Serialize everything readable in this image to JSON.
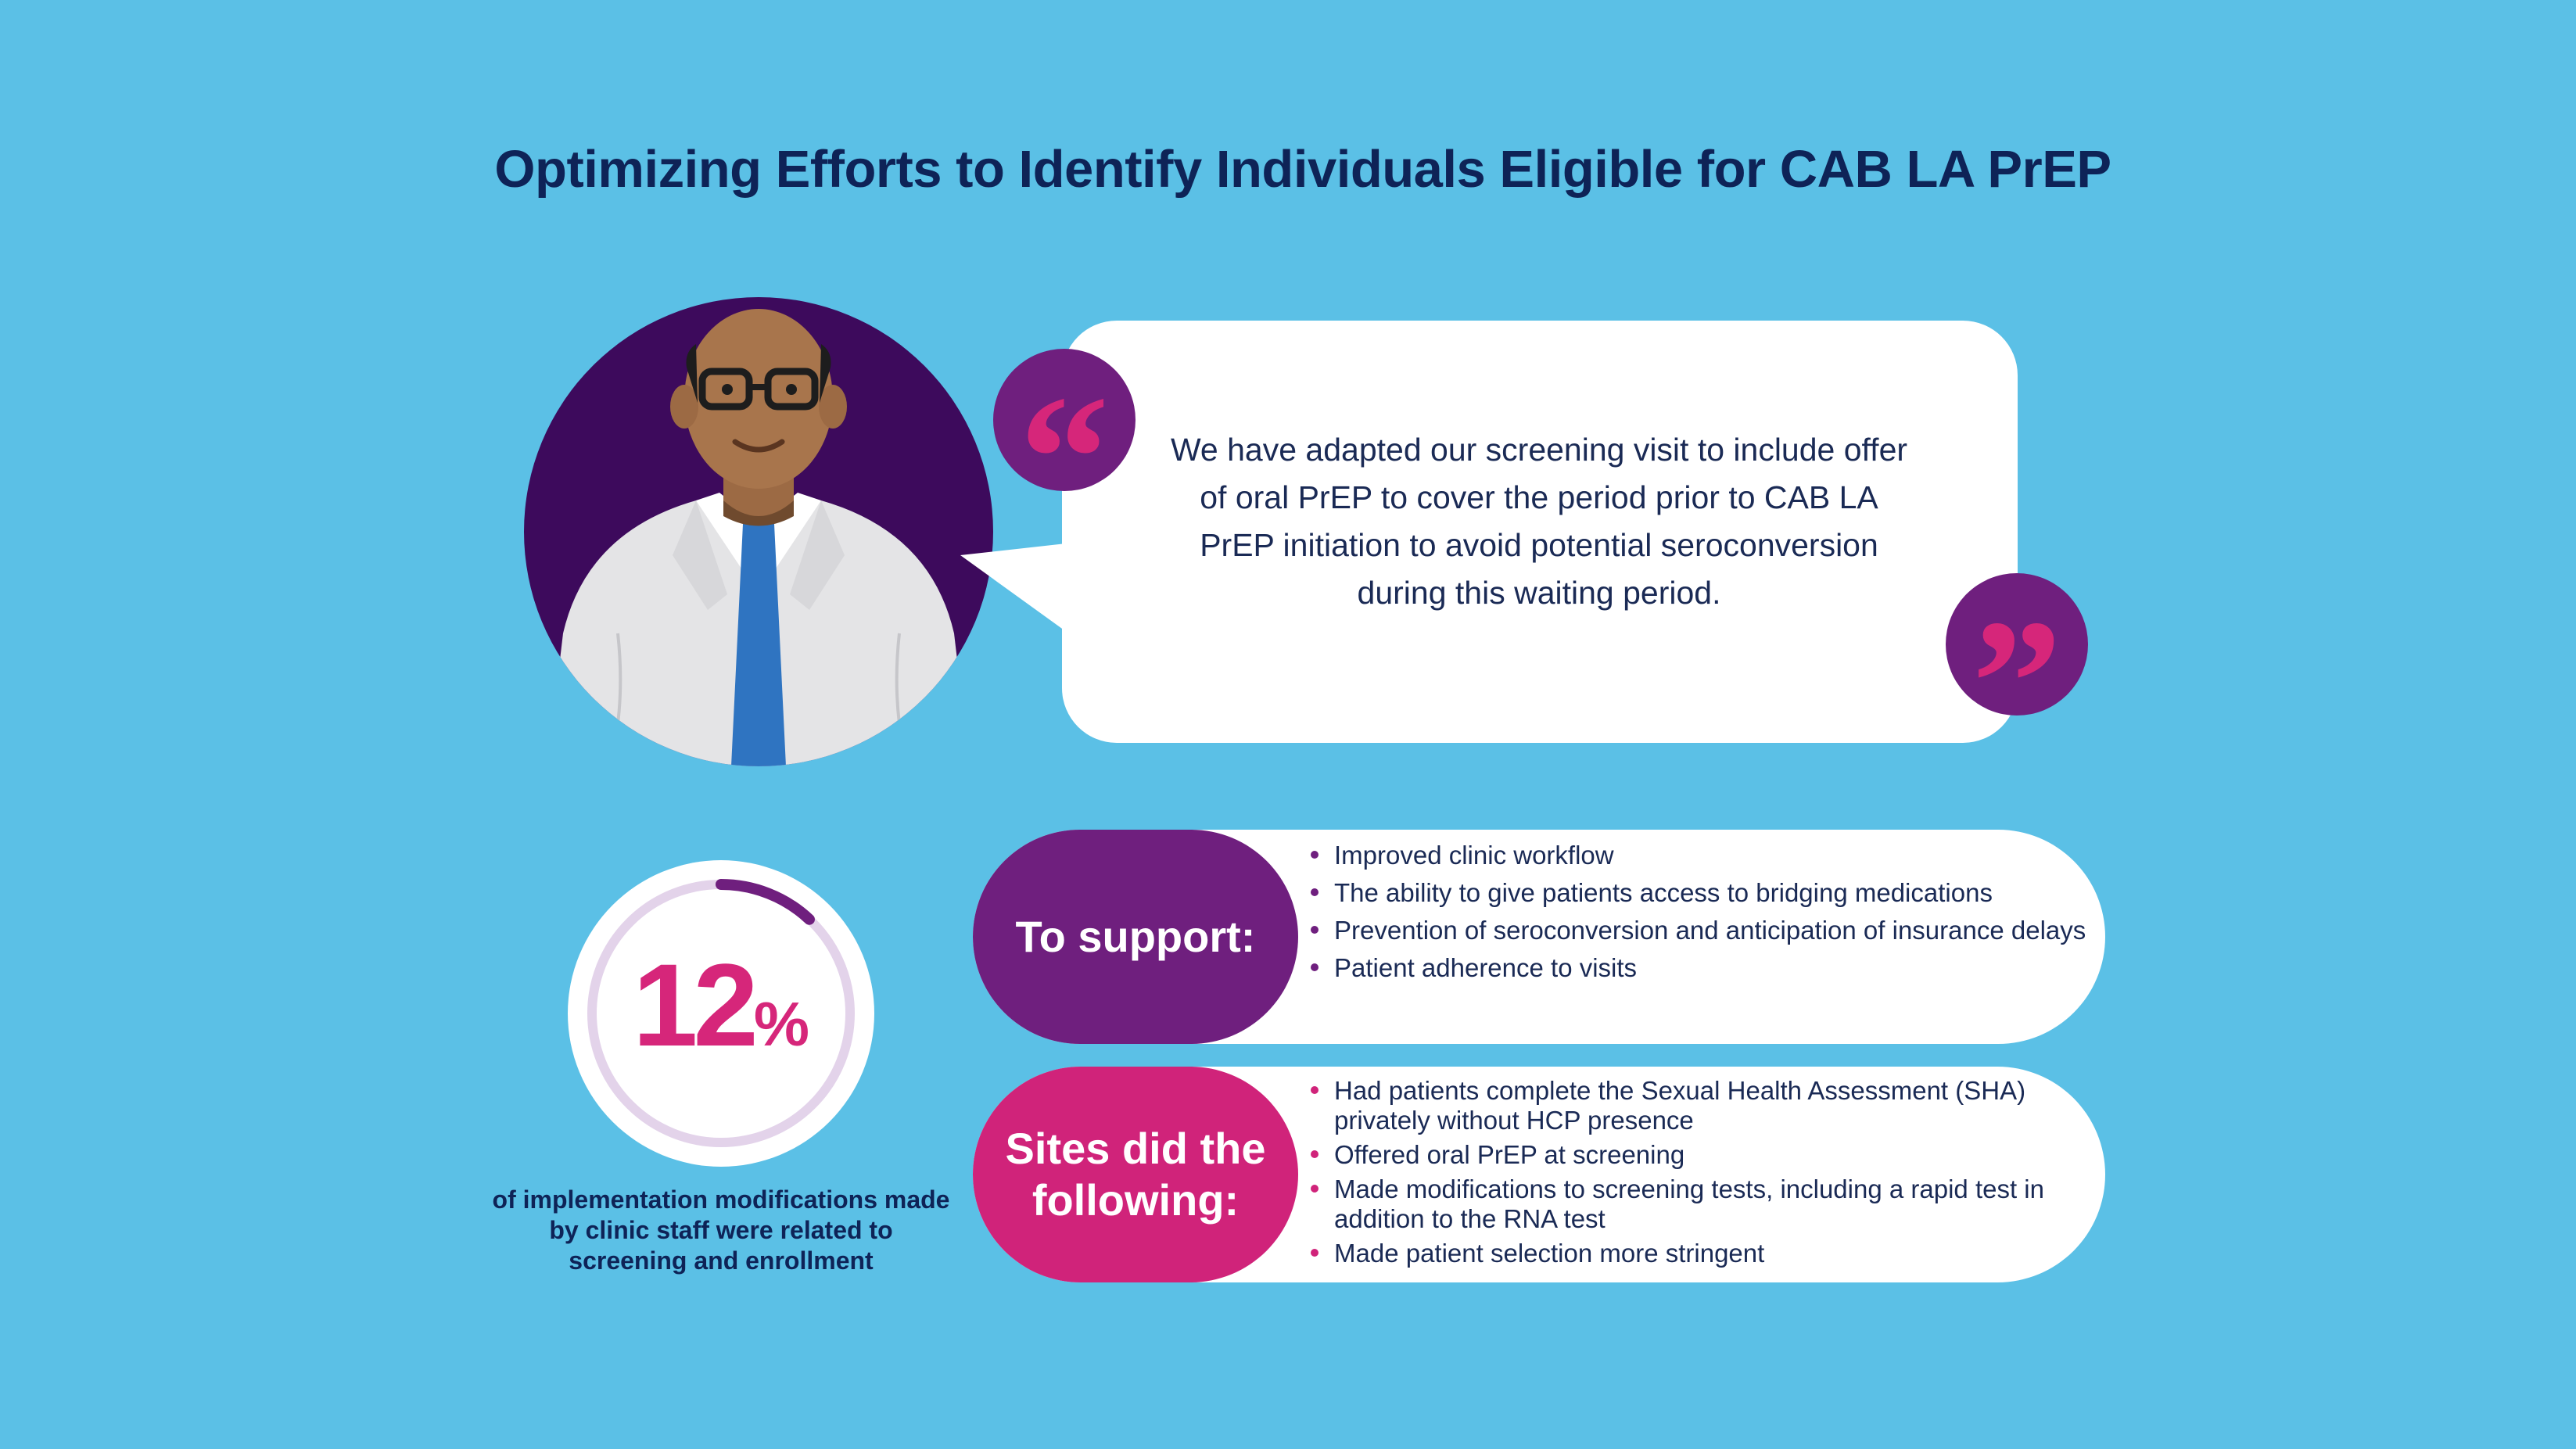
{
  "title": "Optimizing Efforts to Identify Individuals Eligible for CAB LA PrEP",
  "quote": {
    "open_mark": "“",
    "close_mark": "”",
    "text": "We have adapted our screening visit to include offer of oral PrEP to cover the period prior to CAB LA PrEP initiation to avoid potential seroconversion during this waiting period."
  },
  "stat": {
    "value": "12",
    "unit": "%",
    "progress_fraction": 0.12,
    "caption": "of implementation modifications made by clinic staff were related to screening and enrollment"
  },
  "support": {
    "label": "To support:",
    "items": [
      "Improved clinic workflow",
      "The ability to give patients access to bridging medications",
      "Prevention of seroconversion and anticipation of insurance delays",
      "Patient adherence to visits"
    ]
  },
  "sites": {
    "label": "Sites did the following:",
    "items": [
      "Had patients complete the Sexual Health Assessment (SHA) privately without HCP presence",
      "Offered oral PrEP at screening",
      "Made modifications to screening tests, including a rapid test in addition to the RNA test",
      "Made patient selection more stringent"
    ]
  },
  "colors": {
    "background": "#5bc0e6",
    "navy": "#0e2357",
    "purple": "#6f1f7e",
    "magenta": "#d0237a",
    "ring": "#e3d3ea"
  },
  "icons": {
    "doctor": "doctor-illustration",
    "open_quote": "open-quote-icon",
    "close_quote": "close-quote-icon"
  }
}
